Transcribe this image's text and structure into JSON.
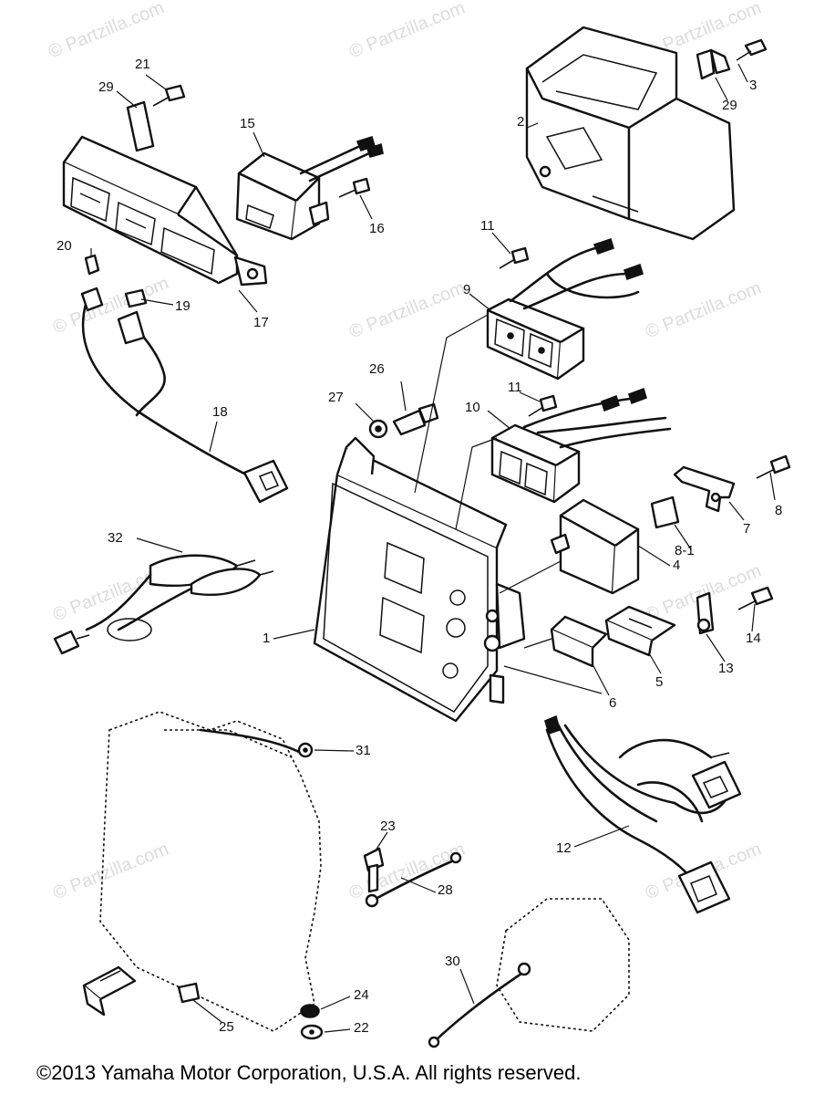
{
  "watermark": "© Partzilla.com",
  "callouts": {
    "c1": "1",
    "c2": "2",
    "c3": "3",
    "c4": "4",
    "c5": "5",
    "c6": "6",
    "c7": "7",
    "c8": "8",
    "c8_1": "8-1",
    "c9": "9",
    "c10": "10",
    "c11a": "11",
    "c11b": "11",
    "c12": "12",
    "c13": "13",
    "c14": "14",
    "c15": "15",
    "c16": "16",
    "c17": "17",
    "c18": "18",
    "c19": "19",
    "c20": "20",
    "c21": "21",
    "c22": "22",
    "c23": "23",
    "c24": "24",
    "c25": "25",
    "c26": "26",
    "c27": "27",
    "c28": "28",
    "c29a": "29",
    "c29b": "29",
    "c30": "30",
    "c31": "31",
    "c32": "32"
  },
  "footer": {
    "copyright": "©2013  Yamaha Motor Corporation, U.S.A. All rights reserved."
  }
}
